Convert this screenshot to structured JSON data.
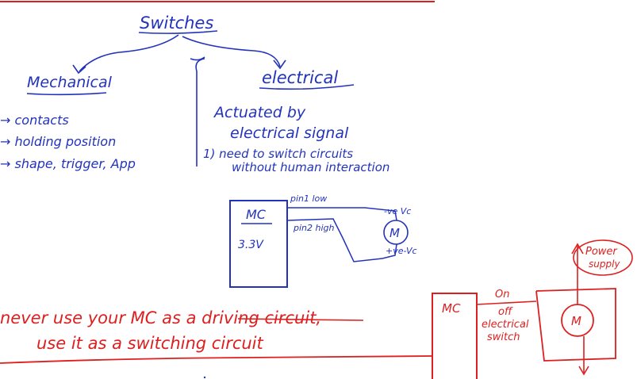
{
  "colors": {
    "blue": "#2233bb",
    "red": "#dd1f1f",
    "background": "#ffffff"
  },
  "title": "Switches",
  "mechanical": {
    "heading": "Mechanical",
    "items": [
      "→ contacts",
      "→ holding position",
      "→ shape, trigger, App"
    ]
  },
  "electrical": {
    "heading": "electrical",
    "line1": "Actuated by",
    "line2": "electrical signal",
    "point1_line1": "1) need to switch circuits",
    "point1_line2": "without human interaction"
  },
  "blue_circuit": {
    "mc_label": "MC",
    "mc_sub": "3.3V",
    "pin1": "pin1 low",
    "pin2": "pin2 high",
    "neg": "-ve Vc",
    "pos": "+ve-Vc",
    "motor": "M"
  },
  "red_note": {
    "line1": "never use your MC as a driving circuit,",
    "line2": "use it as a switching circuit"
  },
  "red_circuit": {
    "mc_label": "MC",
    "on": "On",
    "off": "off",
    "switch_line1": "electrical",
    "switch_line2": "switch",
    "motor": "M",
    "power_line1": "Power",
    "power_line2": "supply"
  }
}
